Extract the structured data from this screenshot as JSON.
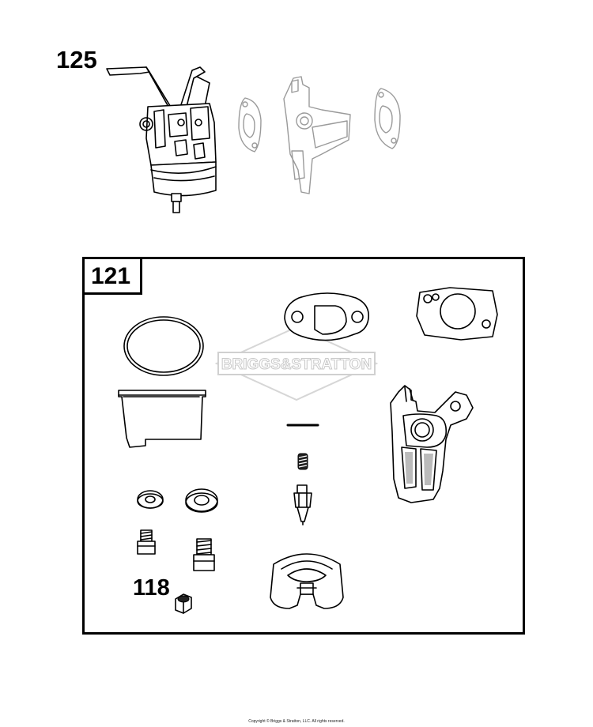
{
  "callouts": {
    "carburetor_assembly": "125",
    "carburetor_overhaul_kit": "121",
    "kit_item": "118"
  },
  "watermark": {
    "brand": "BRIGGS&STRATTON",
    "color": "#c8c8c8"
  },
  "footer": {
    "copyright": "Copyright © Briggs & Stratton, LLC. All rights reserved."
  },
  "colors": {
    "line": "#000000",
    "ghost_line": "#9a9a9a",
    "background": "#ffffff"
  }
}
